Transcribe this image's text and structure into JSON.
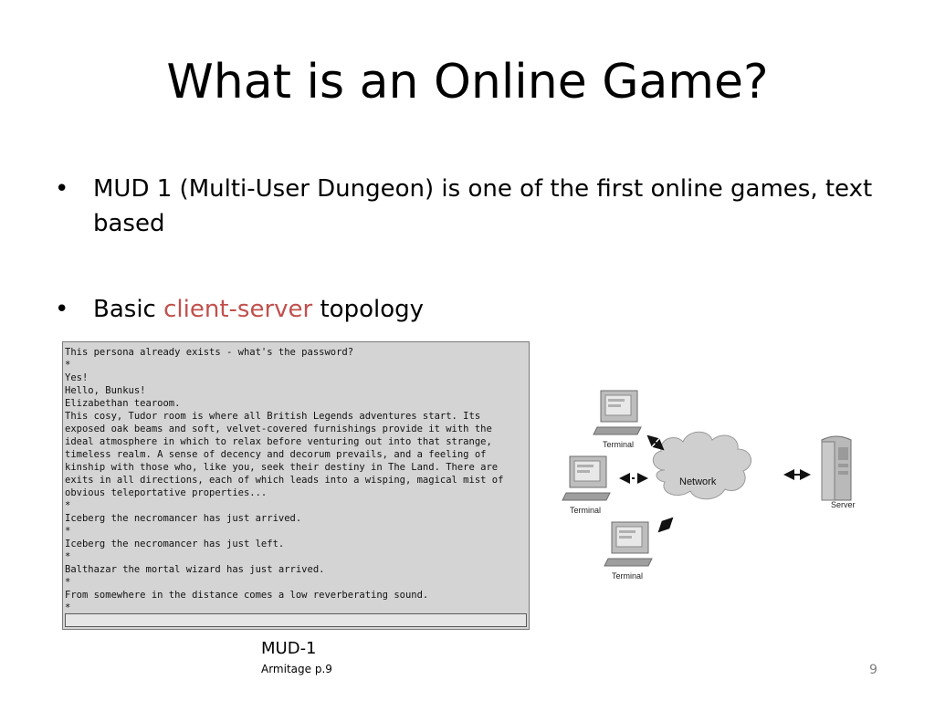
{
  "slide": {
    "title": "What is an Online Game?",
    "bullets": [
      {
        "marker": "•",
        "text": "MUD 1 (Multi-User Dungeon) is one of the first online games, text based"
      },
      {
        "marker": "•",
        "before": "Basic ",
        "highlight": "client-server",
        "after": " topology"
      }
    ],
    "accent_color": "#c0504d",
    "terminal_lines": [
      "This persona already exists - what's the password?",
      "*",
      "Yes!",
      "Hello, Bunkus!",
      "Elizabethan tearoom.",
      "This cosy, Tudor room is where all British Legends adventures start. Its",
      "exposed oak beams and soft, velvet-covered furnishings provide it with the",
      "ideal atmosphere in which to relax before venturing out into that strange,",
      "timeless realm. A sense of decency and decorum prevails, and a feeling of",
      "kinship with those who, like you, seek their destiny in The Land. There are",
      "exits in all directions, each of which leads into a wisping, magical mist of",
      "obvious teleportative properties...",
      "*",
      "Iceberg the necromancer has just arrived.",
      "*",
      "Iceberg the necromancer has just left.",
      "*",
      "Balthazar the mortal wizard has just arrived.",
      "*",
      "From somewhere in the distance comes a low reverberating sound.",
      "*"
    ],
    "diagram": {
      "network_label": "Network",
      "terminal_label": "Terminal",
      "server_label": "Server"
    },
    "caption": "MUD-1",
    "source": "Armitage p.9",
    "page_number": "9"
  }
}
